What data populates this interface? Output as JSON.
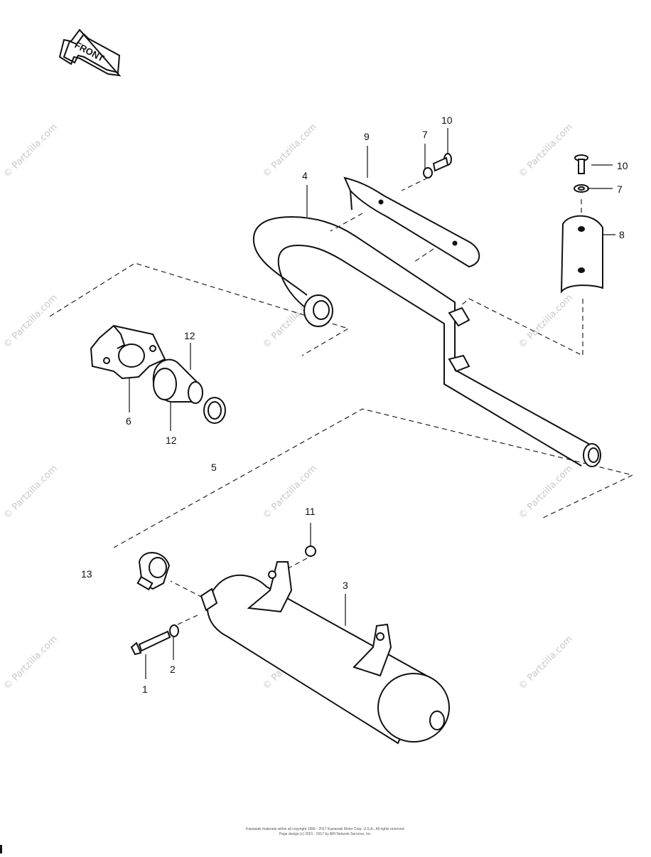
{
  "front_arrow": {
    "label": "FRONT"
  },
  "watermark": {
    "text": "© Partzilla.com"
  },
  "callouts": {
    "c1": "1",
    "c2": "2",
    "c3": "3",
    "c4": "4",
    "c5": "5",
    "c6": "6",
    "c7a": "7",
    "c7b": "7",
    "c8": "8",
    "c9": "9",
    "c10a": "10",
    "c10b": "10",
    "c11": "11",
    "c12a": "12",
    "c12b": "12",
    "c13": "13"
  },
  "footer": {
    "line1": "Kawasaki materials within all copyright 1966 - 2017 Kawasaki Motor Corp. U.S.A., All rights reserved.",
    "line2": "Page design (c) 2001 - 2017 by ARI Network Services, Inc."
  }
}
